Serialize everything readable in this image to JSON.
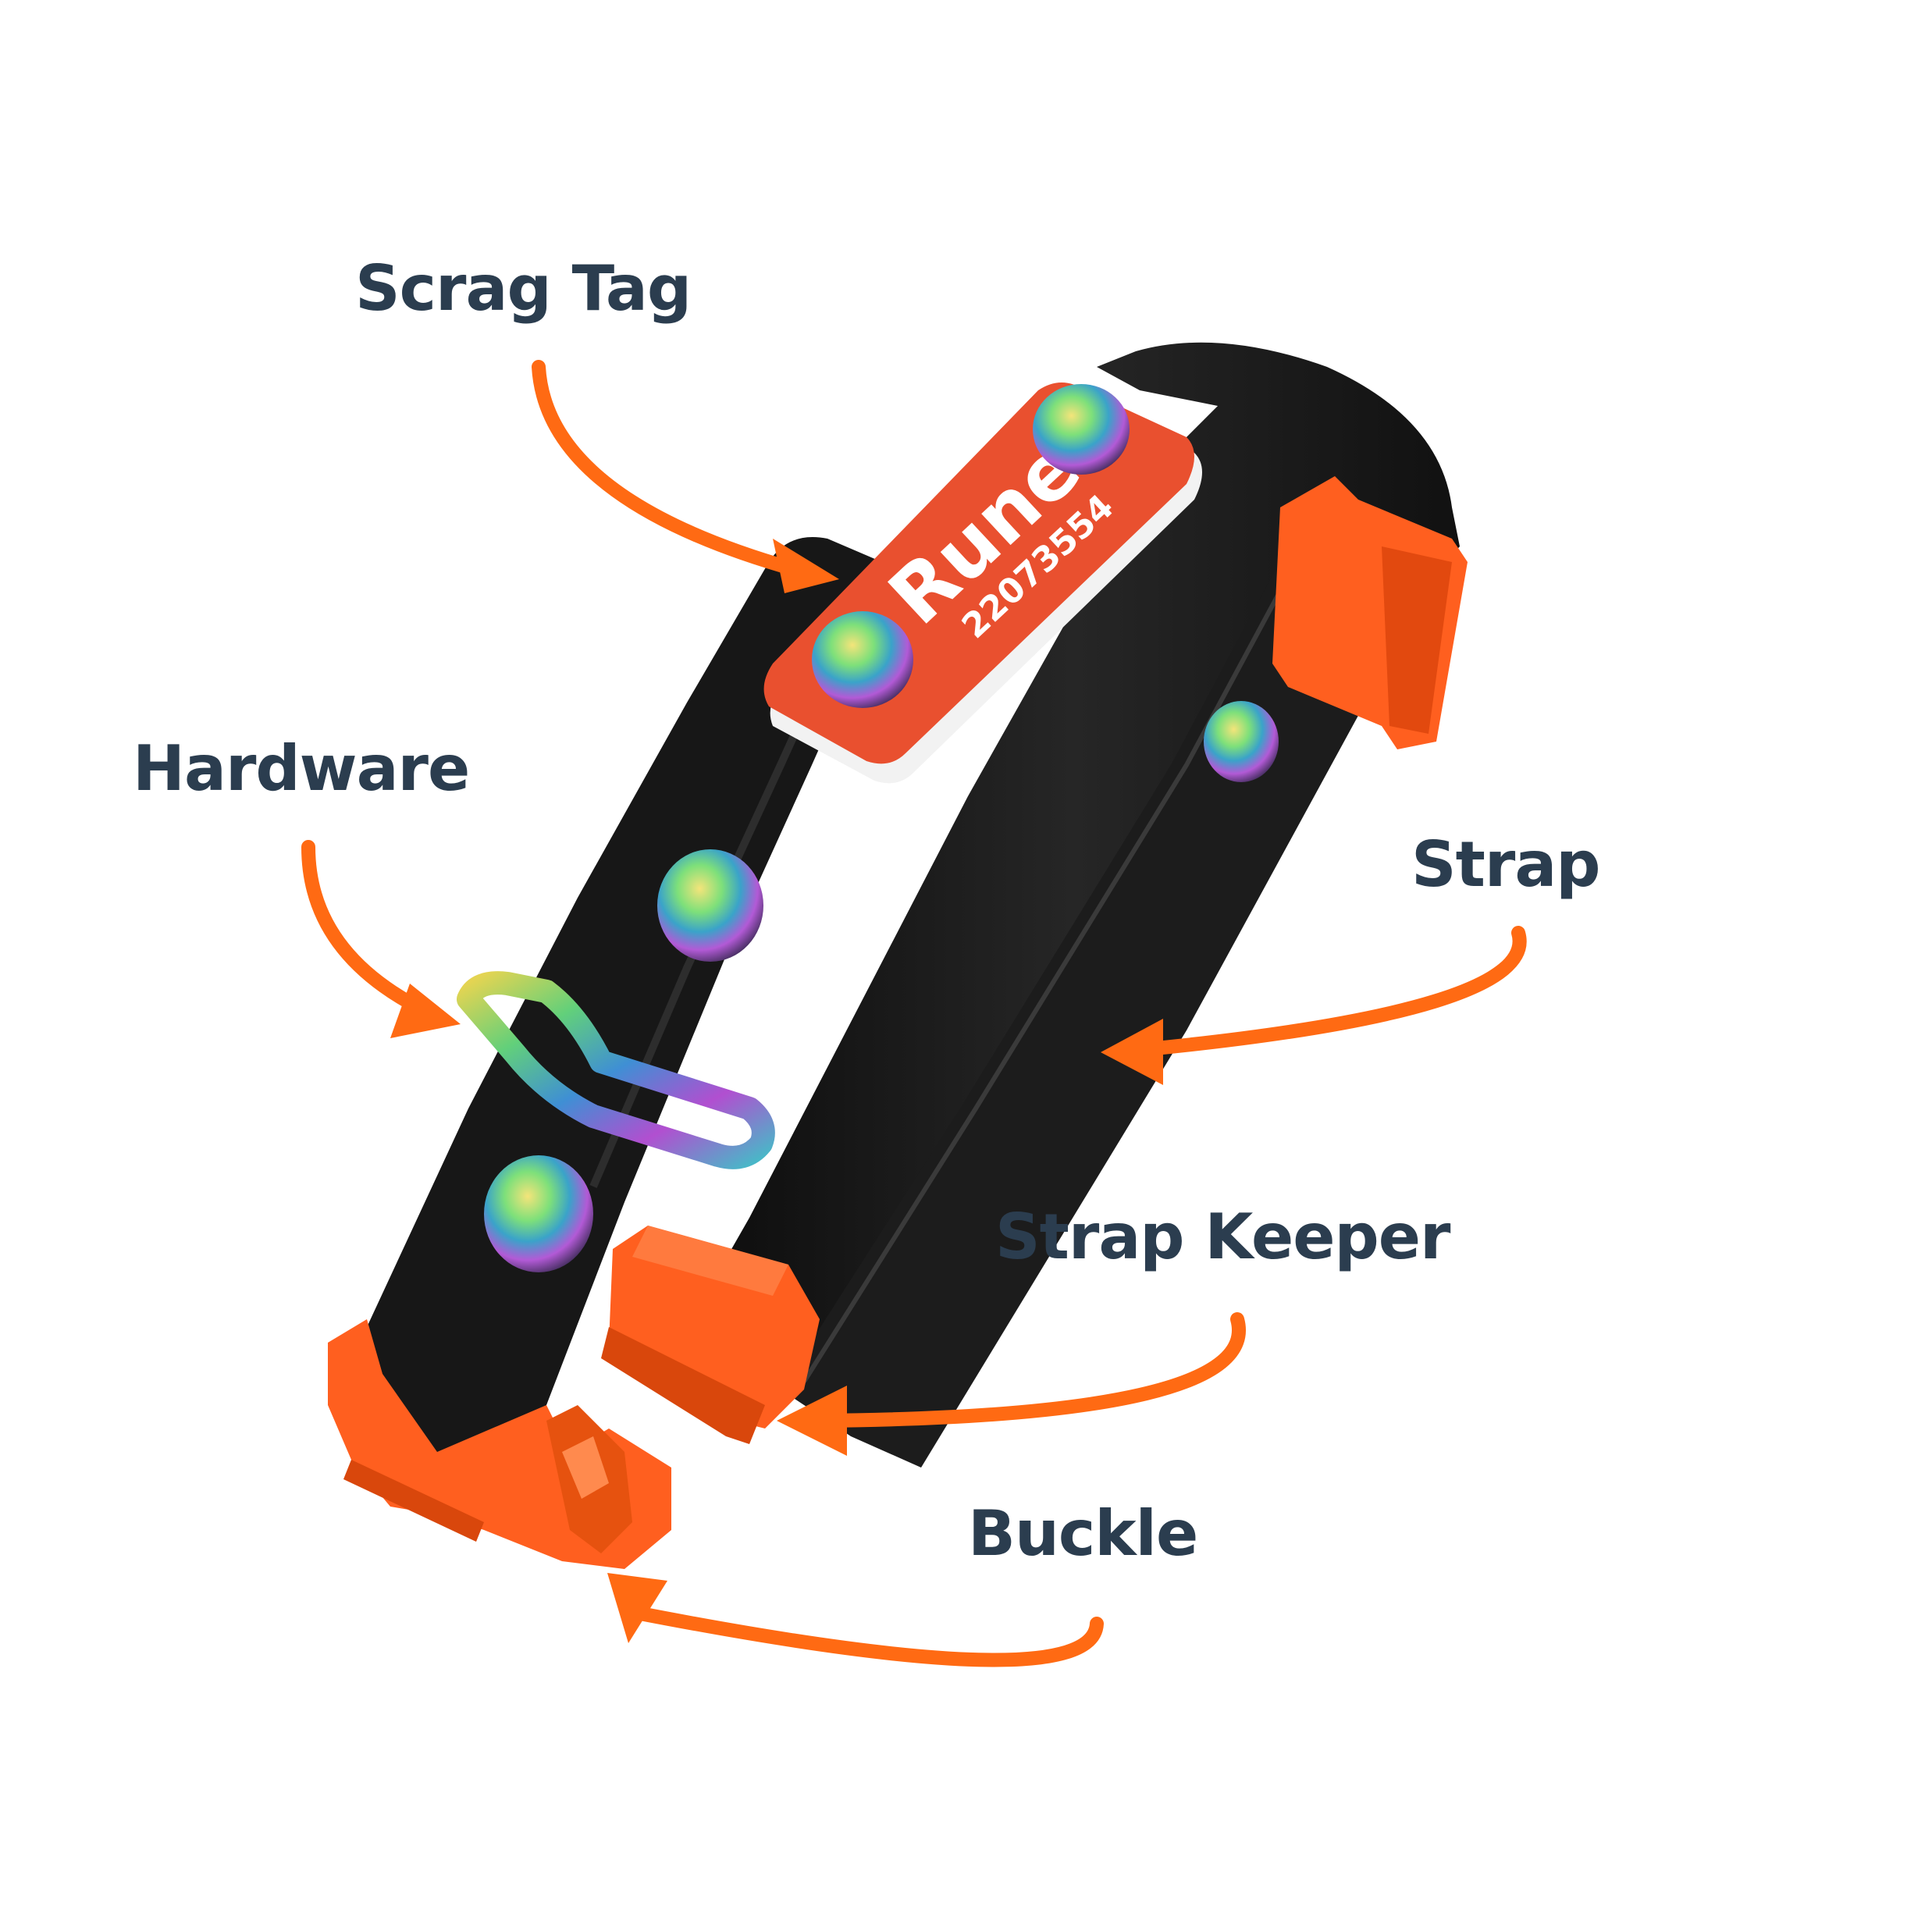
{
  "colors": {
    "label": "#2b3d4f",
    "arrow": "#ff6a13",
    "strap": "#161616",
    "orange_part": "#ff5f1f",
    "tag_face": "#e9502f",
    "tag_text": "#ffffff"
  },
  "labels": {
    "scrag_tag": "Scrag Tag",
    "hardware": "Hardware",
    "strap": "Strap",
    "strap_keeper": "Strap Keeper",
    "buckle": "Buckle"
  },
  "tag": {
    "name": "Rune",
    "number": "22073554"
  }
}
